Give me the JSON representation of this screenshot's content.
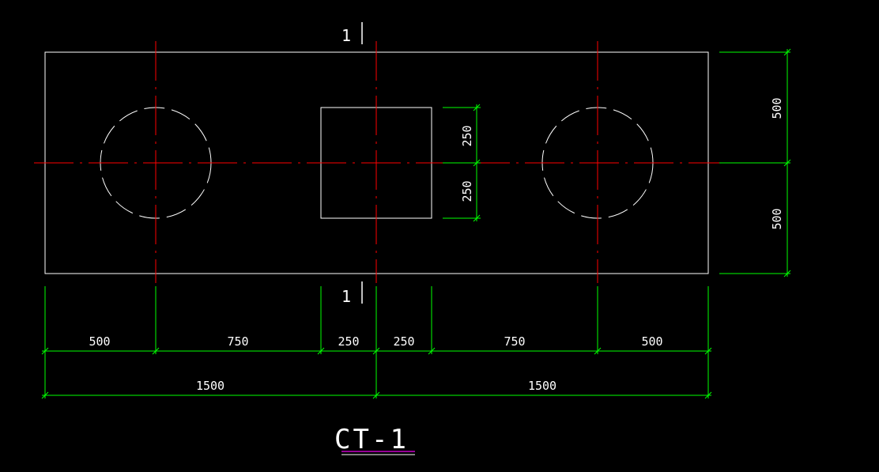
{
  "colors": {
    "background": "#000000",
    "outline": "#ffffff",
    "centerline": "#ff0000",
    "dimension": "#00ff00",
    "title": "#ffffff",
    "title_underline": "#c800c8"
  },
  "section_mark": {
    "top": "1",
    "bottom": "1"
  },
  "dimensions": {
    "bottom_row": [
      "500",
      "750",
      "250",
      "250",
      "750",
      "500"
    ],
    "total_row": [
      "1500",
      "1500"
    ],
    "right_side": [
      "500",
      "500"
    ],
    "column_side": [
      "250",
      "250"
    ]
  },
  "title": "CT-1"
}
